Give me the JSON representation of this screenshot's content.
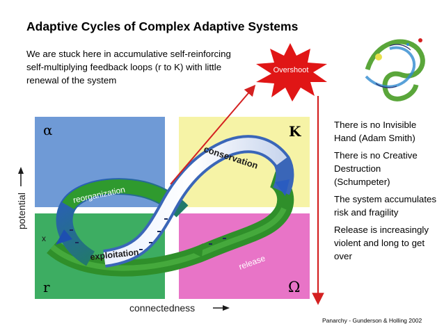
{
  "slide": {
    "title": "Adaptive Cycles of Complex Adaptive Systems",
    "intro": "We are stuck here in accumulative self-reinforcing self-multiplying feedback loops (r to K) with little renewal of the system",
    "overshoot_label": "Overshoot",
    "notes": [
      "There is no Invisible Hand (Adam Smith)",
      "There is no Creative Destruction (Schumpeter)",
      "The system accumulates risk and fragility",
      "Release is increasingly violent and long to get over"
    ],
    "credit": "Panarchy - Gunderson & Holling 2002"
  },
  "diagram": {
    "quadrants": {
      "alpha": "α",
      "K": "K",
      "r": "r",
      "omega": "Ω"
    },
    "phases": {
      "conservation": "conservation",
      "reorganization": "reorganization",
      "exploitation": "exploitation",
      "release": "release"
    },
    "axes": {
      "y": "potential",
      "x": "connectedness"
    },
    "marker": "x"
  },
  "colors": {
    "quad_alpha": "#6f9ad6",
    "quad_K": "#f6f3a6",
    "quad_r": "#3dad62",
    "quad_omega": "#e874c7",
    "green_band": "#3a9a2e",
    "blue_band": "#3a72c6",
    "arrow_red": "#d42121",
    "starburst": "#e01616"
  }
}
